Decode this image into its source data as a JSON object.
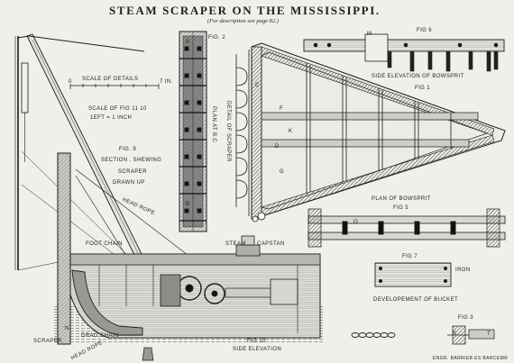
{
  "title": "STEAM SCRAPER ON THE MISSISSIPPI.",
  "subtitle": "(For description see page 82.)",
  "colors": {
    "paper": "#f1efe9",
    "ink": "#1c1c1c",
    "shade": "#6e6e6e"
  },
  "labels": {
    "scale_details": "SCALE OF DETAILS",
    "scale_tick_left": "0",
    "scale_tick_right": "7 IN.",
    "scale_fig": "SCALE OF FIG 11 10",
    "scale_fig_ratio": "1EFT = 1 INCH",
    "fig9": "FIG. 9",
    "fig9_desc1": "SECTION . SHEWING",
    "fig9_desc2": "SCRAPER",
    "fig9_desc3": "DRAWN UP",
    "fig2": "FIG. 2",
    "plan_at": "PLAN AT B.C",
    "detail_scraper": "DETAIL OF SCRAPER",
    "fig6": "FIG 6",
    "side_elev_bowsprit": "SIDE ELEVATION OF BOWSPRIT",
    "fig1": "FIG 1",
    "plan_bowsprit": "PLAN OF BOWSPRIT",
    "fig5": "FIG 5",
    "fig7": "FIG 7",
    "iron": "IRON",
    "dev_bucket": "DEVELOPEMENT OF BUCKET",
    "fig3": "FIG 3",
    "fig10": "FIG 10",
    "side_elevation": "SIDE ELEVATION",
    "steam_capstan1": "STEAM",
    "steam_capstan2": "CAPSTAN",
    "foot_chain": "FOOT CHAIN",
    "head_rope_top": "HEAD ROPE",
    "drag_chain": "DRAG CHAIN",
    "scraper": "SCRAPER",
    "head_rope_bottom": "HEAD ROPE",
    "letter_a": "A",
    "letter_b": "B",
    "letter_c": "C",
    "letter_d": "D",
    "letter_f": "F",
    "letter_k": "K",
    "letter_g": "G",
    "letter_m": "M",
    "letter_n": "N",
    "letter_o": "O",
    "letter_s": "S",
    "letter_t": "T",
    "engraver": "ENGR. BARRIEB ES BARCEMR"
  }
}
